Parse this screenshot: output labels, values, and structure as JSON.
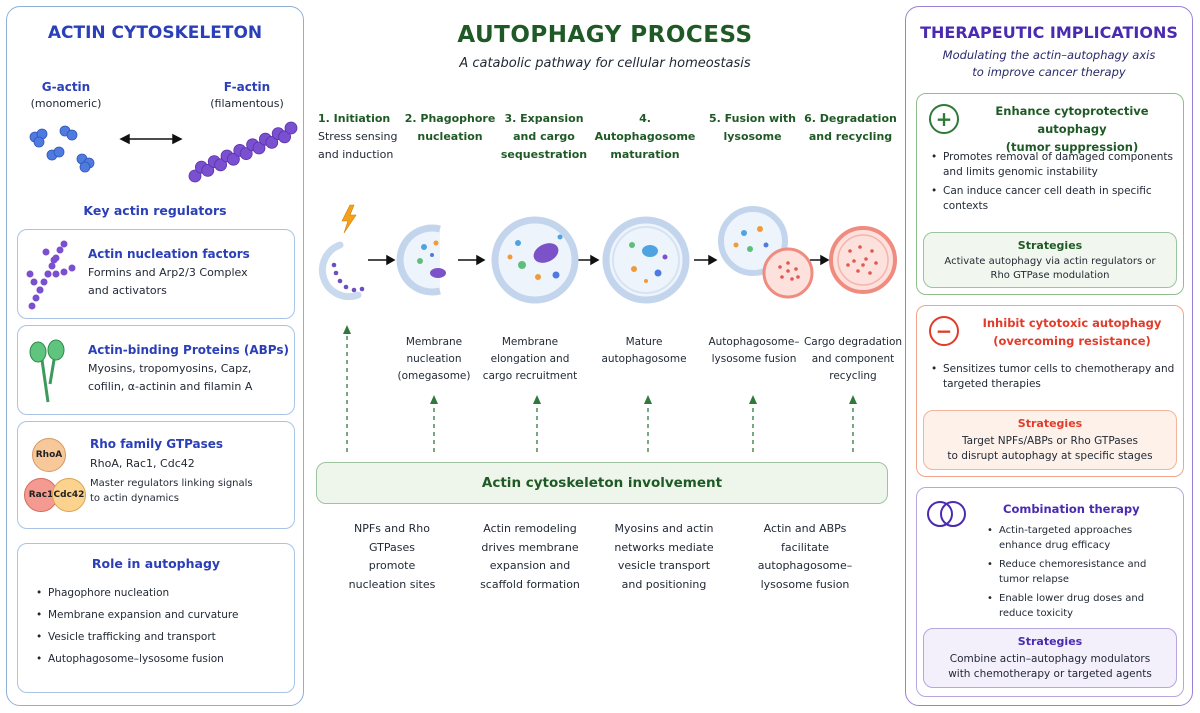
{
  "left": {
    "title": "ACTIN CYTOSKELETON",
    "g_actin": {
      "name": "G-actin",
      "desc": "(monomeric)"
    },
    "f_actin": {
      "name": "F-actin",
      "desc": "(filamentous)"
    },
    "regulators_title": "Key actin regulators",
    "regulators": [
      {
        "title": "Actin nucleation factors",
        "lines": [
          "Formins and Arp2/3 Complex",
          "and activators"
        ]
      },
      {
        "title": "Actin-binding Proteins (ABPs)",
        "lines": [
          "Myosins, tropomyosins, Capz,",
          "cofilin, α-actinin and filamin A"
        ]
      },
      {
        "title": "Rho family GTPases",
        "lines": [
          "RhoA, Rac1, Cdc42"
        ],
        "sub_lines": [
          "Master regulators linking signals",
          "to actin dynamics"
        ],
        "badges": [
          "RhoA",
          "Rac1",
          "Cdc42"
        ]
      }
    ],
    "role_title": "Role in autophagy",
    "role_items": [
      "Phagophore nucleation",
      "Membrane expansion and curvature",
      "Vesicle trafficking and transport",
      "Autophagosome–lysosome fusion"
    ]
  },
  "center": {
    "title": "AUTOPHAGY PROCESS",
    "subtitle": "A catabolic pathway for cellular homeostasis",
    "steps": [
      {
        "lines": [
          "1. Initiation",
          "Stress sensing",
          "and induction"
        ]
      },
      {
        "lines": [
          "2. Phagophore",
          "nucleation"
        ]
      },
      {
        "lines": [
          "3. Expansion",
          "and cargo",
          "sequestration"
        ]
      },
      {
        "lines": [
          "4. Autophagosome",
          "maturation"
        ]
      },
      {
        "lines": [
          "5. Fusion with",
          "lysosome"
        ]
      },
      {
        "lines": [
          "6. Degradation",
          "and recycling"
        ]
      }
    ],
    "stage_desc": [
      {
        "lines": [
          "Membrane",
          "nucleation",
          "(omegasome)"
        ]
      },
      {
        "lines": [
          "Membrane",
          "elongation and",
          "cargo recruitment"
        ]
      },
      {
        "lines": [
          "Mature",
          "autophagosome"
        ]
      },
      {
        "lines": [
          "Autophagosome–",
          "lysosome fusion"
        ]
      },
      {
        "lines": [
          "Cargo degradation",
          "and component",
          "recycling"
        ]
      }
    ],
    "involvement_label": "Actin cytoskeleton involvement",
    "involvement_notes": [
      {
        "lines": [
          "NPFs and Rho",
          "GTPases",
          "promote",
          "nucleation sites"
        ]
      },
      {
        "lines": [
          "Actin remodeling",
          "drives membrane",
          "expansion and",
          "scaffold formation"
        ]
      },
      {
        "lines": [
          "Myosins and actin",
          "networks mediate",
          "vesicle transport",
          "and positioning"
        ]
      },
      {
        "lines": [
          "Actin and ABPs",
          "facilitate",
          "autophagosome–",
          "lysosome fusion"
        ]
      }
    ]
  },
  "right": {
    "title": "THERAPEUTIC IMPLICATIONS",
    "subtitle_lines": [
      "Modulating the actin–autophagy axis",
      "to improve cancer therapy"
    ],
    "enhance": {
      "title_lines": [
        "Enhance cytoprotective autophagy",
        "(tumor suppression)"
      ],
      "items": [
        "Promotes removal of damaged components and limits genomic instability",
        "Can induce cancer cell death in specific contexts"
      ],
      "strategies_title": "Strategies",
      "strategies_lines": [
        "Activate autophagy via actin regulators or",
        "Rho GTPase modulation"
      ]
    },
    "inhibit": {
      "title_lines": [
        "Inhibit cytotoxic autophagy",
        "(overcoming resistance)"
      ],
      "items": [
        "Sensitizes tumor cells to chemotherapy and targeted therapies"
      ],
      "strategies_title": "Strategies",
      "strategies_lines": [
        "Target NPFs/ABPs or Rho GTPases",
        "to disrupt autophagy at specific stages"
      ]
    },
    "combo": {
      "title": "Combination therapy",
      "items": [
        "Actin-targeted approaches enhance drug efficacy",
        "Reduce chemoresistance and tumor relapse",
        "Enable lower drug doses and reduce toxicity"
      ],
      "strategies_title": "Strategies",
      "strategies_lines": [
        "Combine actin–autophagy modulators",
        "with chemotherapy or targeted agents"
      ]
    }
  },
  "colors": {
    "blue": "#2a3fb8",
    "green": "#1f5a26",
    "purple": "#4a2ab0",
    "red": "#e23b2a"
  }
}
